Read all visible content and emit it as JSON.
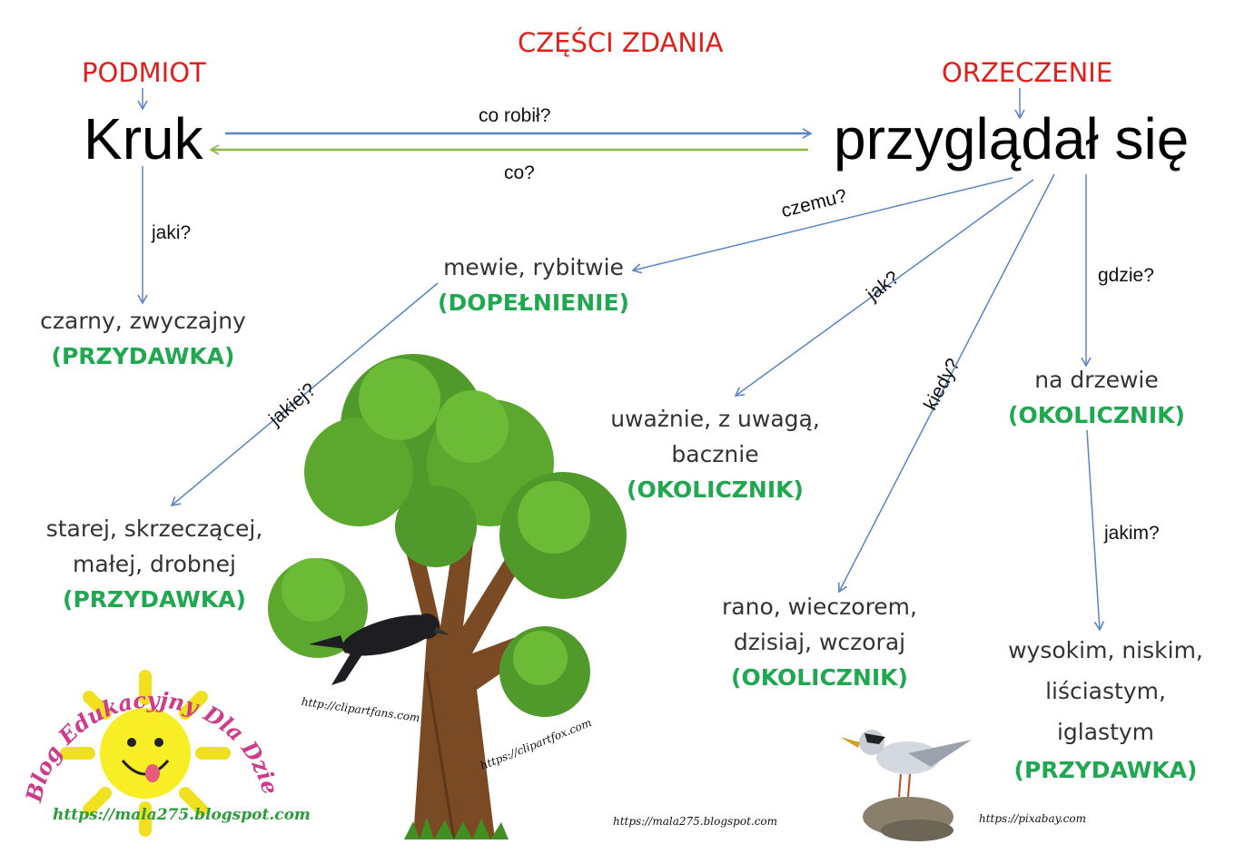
{
  "title": "CZĘŚCI ZDANIA",
  "subject": {
    "tag": "PODMIOT",
    "word": "Kruk"
  },
  "predicate": {
    "tag": "ORZECZENIE",
    "word": "przyglądał się"
  },
  "questions": {
    "co_robil": "co robił?",
    "co": "co?",
    "jaki": "jaki?",
    "czemu": "czemu?",
    "jak": "jak?",
    "kiedy": "kiedy?",
    "gdzie": "gdzie?",
    "jakiej": "jakiej?",
    "jakim": "jakim?"
  },
  "nodes": {
    "przydawka1": {
      "lines": [
        "czarny, zwyczajny"
      ],
      "tag": "(PRZYDAWKA)"
    },
    "dopelnienie": {
      "lines": [
        "mewie, rybitwie"
      ],
      "tag": "(DOPEŁNIENIE)"
    },
    "przydawka2": {
      "lines": [
        "starej, skrzeczącej,",
        "małej, drobnej"
      ],
      "tag": "(PRZYDAWKA)"
    },
    "okolicznik_sposobu": {
      "lines": [
        "uważnie, z uwagą,",
        "bacznie"
      ],
      "tag": "(OKOLICZNIK)"
    },
    "okolicznik_czasu": {
      "lines": [
        "rano, wieczorem,",
        "dzisiaj, wczoraj"
      ],
      "tag": "(OKOLICZNIK)"
    },
    "okolicznik_miejsca": {
      "lines": [
        "na drzewie"
      ],
      "tag": "(OKOLICZNIK)"
    },
    "przydawka3": {
      "lines": [
        "wysokim, niskim,",
        "liściastym,",
        "iglastym"
      ],
      "tag": "(PRZYDAWKA)"
    }
  },
  "credits": {
    "clipartfans": "http://clipartfans.com",
    "clipartfox": "https://clipartfox.com",
    "blog": "https://mala275.blogspot.com",
    "pixabay": "https://pixabay.com"
  },
  "logo": {
    "text": "Blog Edukacyjny Dla Dzieci",
    "url": "https://mala275.blogspot.com"
  },
  "colors": {
    "red": "#e0201b",
    "green": "#1fa84f",
    "arrow_blue": "#5b84c4",
    "arrow_green": "#8ab84a"
  }
}
